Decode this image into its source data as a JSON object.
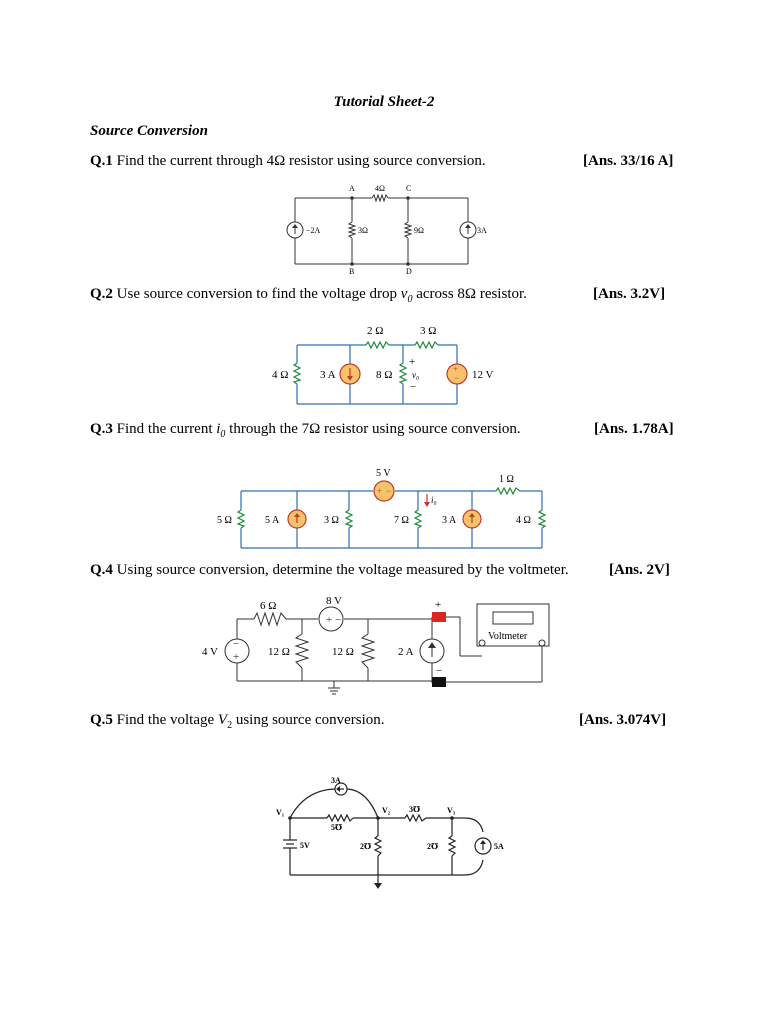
{
  "title": "Tutorial Sheet-2",
  "section": "Source Conversion",
  "questions": [
    {
      "num": "Q.1",
      "text": "Find the current through 4Ω resistor using source conversion.",
      "answer": "[Ans. 33/16 A]"
    },
    {
      "num": "Q.2",
      "text_before": "Use source conversion to find the voltage drop",
      "var": "v",
      "var_sub": "0",
      "text_after": "across 8Ω resistor.",
      "answer": "[Ans. 3.2V]"
    },
    {
      "num": "Q.3",
      "text_before": "Find the current",
      "var": "i",
      "var_sub": "0",
      "text_after": "through the 7Ω resistor using source conversion.",
      "answer": "[Ans. 1.78A]"
    },
    {
      "num": "Q.4",
      "text": "Using source conversion, determine the voltage measured by the voltmeter.",
      "answer": "[Ans. 2V]"
    },
    {
      "num": "Q.5",
      "text_before": "Find the voltage",
      "var": "V",
      "var_sub": "2",
      "text_after": "using source conversion.",
      "answer": "[Ans. 3.074V]"
    }
  ],
  "circuit1": {
    "node_a": "A",
    "node_b": "B",
    "node_c": "C",
    "node_d": "D",
    "r_top": "4Ω",
    "r_left": "3Ω",
    "r_right": "9Ω",
    "src_left": "−2A",
    "src_right": "3A"
  },
  "circuit2": {
    "r1": "4 Ω",
    "src_i": "3 A",
    "r2": "2 Ω",
    "r3": "8 Ω",
    "r4": "3 Ω",
    "vo": "v₀",
    "plus": "+",
    "minus": "−",
    "src_v": "12 V"
  },
  "circuit3": {
    "r1": "5 Ω",
    "src1": "5 A",
    "r2": "3 Ω",
    "vsrc": "5 V",
    "r3": "7 Ω",
    "io": "i₀",
    "src2": "3 A",
    "r4": "1 Ω",
    "r5": "4 Ω"
  },
  "circuit4": {
    "r1": "6 Ω",
    "vsrc1": "4 V",
    "r2": "12 Ω",
    "vsrc2": "8 V",
    "r3": "12 Ω",
    "isrc": "2 A",
    "meter": "Voltmeter",
    "plus": "+",
    "minus": "−"
  },
  "circuit5": {
    "isrc_top": "3A",
    "v1": "V₁",
    "v2": "V₂",
    "v3": "V₃",
    "g1": "5℧",
    "g2": "3℧",
    "g3": "2℧",
    "g4": "2℧",
    "vsrc": "5V",
    "isrc": "5A"
  }
}
